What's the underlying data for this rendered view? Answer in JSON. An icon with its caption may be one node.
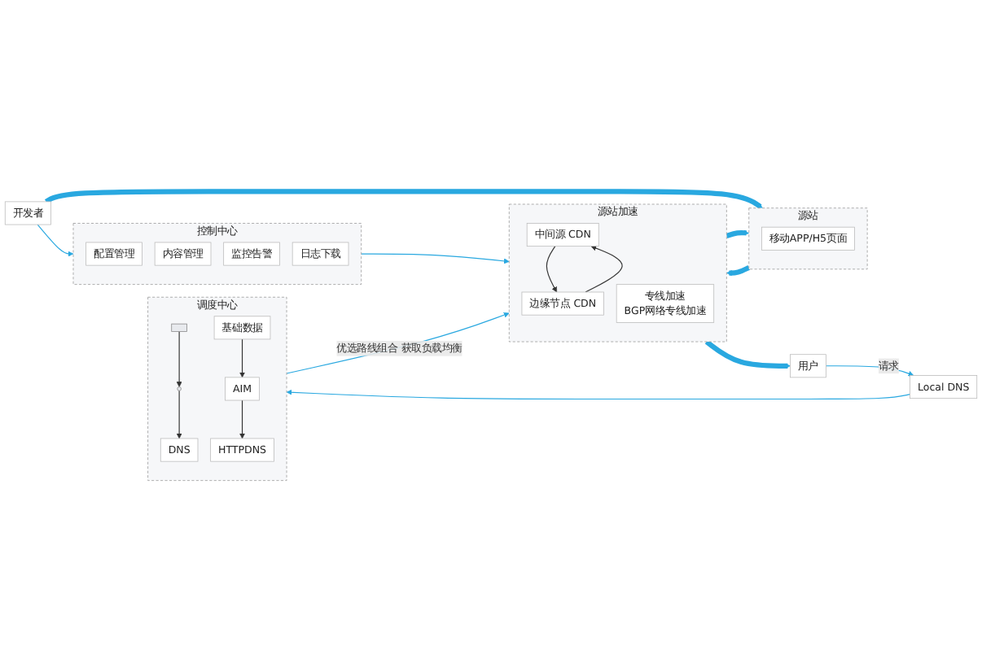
{
  "diagram": {
    "nodes": [
      {
        "text": [
          "控制中心"
        ]
      },
      {
        "text": [
          "配置管理"
        ],
        "in": 0
      },
      {
        "text": [
          "内容管理"
        ],
        "in": 0
      },
      {
        "text": [
          "监控告警"
        ],
        "in": 0
      },
      {
        "text": [
          "日志下载"
        ],
        "in": 0
      },
      {
        "text": [
          "源站加速"
        ]
      },
      {
        "text": [
          "中间源 CDN"
        ],
        "in": 5
      },
      {
        "text": [
          "边缘节点 CDN"
        ],
        "in": 5
      },
      {
        "text": [
          "专线加速",
          "BGP网络专线加速"
        ],
        "in": 5
      },
      {
        "text": [
          "源站"
        ]
      },
      {
        "text": [
          "移动APP/H5页面"
        ],
        "in": 9
      },
      {
        "text": [
          "开发者"
        ]
      },
      {
        "text": [
          "用户"
        ]
      },
      {
        "text": [
          "Local DNS"
        ]
      },
      {
        "text": [
          "调度中心"
        ]
      },
      {
        "text": [
          "DNS"
        ],
        "in": 14
      },
      {
        "text": [
          "HTTPDNS"
        ],
        "in": 14
      },
      {
        "text": [
          "AIM"
        ],
        "in": 14
      },
      {
        "text": [],
        "shape": "circle",
        "in": 14
      },
      {
        "text": [
          "基础数据"
        ],
        "in": 14
      },
      {
        "text": [],
        "shape": "box",
        "in": 14
      }
    ],
    "edges": [
      {
        "from": 11,
        "to": 0,
        "arrow": "to"
      },
      {
        "from": 11,
        "to": 9,
        "arrow": "to",
        "style": "thick"
      },
      {
        "from": 0,
        "to": 5,
        "arrow": "to"
      },
      {
        "from": 5,
        "to": 9,
        "arrow": "to",
        "style": "thick"
      },
      {
        "from": 9,
        "to": 5,
        "arrow": "to",
        "style": "thick"
      },
      {
        "from": 6,
        "to": 7,
        "arrow": "to",
        "color": "#333333"
      },
      {
        "from": 7,
        "to": 6,
        "arrow": "to",
        "color": "#333333"
      },
      {
        "from": 5,
        "to": 12,
        "arrow": "to",
        "style": "thick"
      },
      {
        "from": 12,
        "to": 13,
        "label": "请求",
        "arrow": "to"
      },
      {
        "from": 13,
        "to": 14,
        "arrow": "to"
      },
      {
        "from": 14,
        "to": 5,
        "label": "优选路线组合 获取负载均衡",
        "arrow": "to"
      },
      {
        "from": 17,
        "to": 16,
        "arrow": "to",
        "color": "#333333"
      },
      {
        "from": 18,
        "to": 15,
        "arrow": "to",
        "color": "#333333"
      },
      {
        "from": 20,
        "to": 18,
        "arrow": "to",
        "color": "#333333"
      },
      {
        "from": 19,
        "to": 17,
        "arrow": "to",
        "color": "#333333"
      }
    ]
  }
}
